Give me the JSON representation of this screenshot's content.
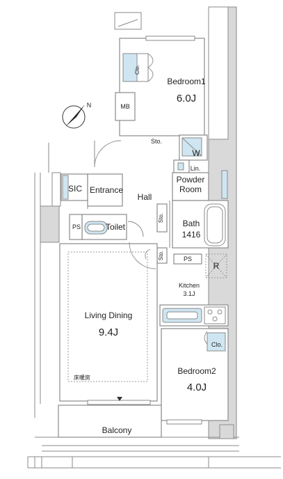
{
  "rooms": {
    "bedroom1": {
      "name": "Bedroom1",
      "size": "6.0J"
    },
    "bedroom2": {
      "name": "Bedroom2",
      "size": "4.0J"
    },
    "living": {
      "name": "Living Dining",
      "size": "9.4J"
    },
    "kitchen": {
      "name": "Kitchen",
      "size": "3.1J"
    },
    "bath": {
      "name": "Bath",
      "size": "1416"
    },
    "powder": {
      "line1": "Powder",
      "line2": "Room"
    },
    "hall": "Hall",
    "entrance": "Entrance",
    "toilet": "Toilet",
    "balcony": "Balcony"
  },
  "labels": {
    "clo1": "Clo.",
    "clo2": "Clo.",
    "mb": "MB",
    "sic": "SIC",
    "sto1": "Sto.",
    "sto2": "Sto.",
    "sto3": "Sto.",
    "w": "W",
    "lin": "Lin.",
    "ps1": "PS",
    "ps2": "PS",
    "r": "R",
    "floor_heating": "床暖房",
    "north": "N"
  }
}
